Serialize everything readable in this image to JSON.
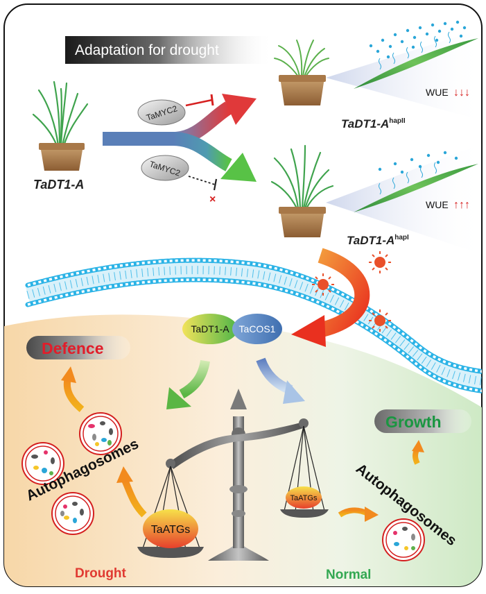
{
  "banner": {
    "title": "Adaptation for drought"
  },
  "center_plant": {
    "label": "TaDT1-A"
  },
  "regulators": {
    "top": "TaMYC2",
    "bottom": "TaMYC2"
  },
  "hapII": {
    "base": "TaDT1-A",
    "sup": "hapII",
    "wue": "WUE",
    "arrows": "↓↓↓"
  },
  "hapI": {
    "base": "TaDT1-A",
    "sup": "hapI",
    "wue": "WUE",
    "arrows": "↑↑↑"
  },
  "complex": {
    "left": "TaDT1-A",
    "right": "TaCOS1"
  },
  "outcomes": {
    "defence": "Defence",
    "growth": "Growth",
    "autophagosomes_left": "Autophagosomes",
    "autophagosomes_right": "Autophagosomes"
  },
  "balance": {
    "left_pan": "TaATGs",
    "right_pan": "TaATGs"
  },
  "conditions": {
    "drought": "Drought",
    "normal": "Normal"
  },
  "colors": {
    "defence_red": "#e11d2a",
    "growth_green": "#1a9641",
    "drought_red": "#e03a32",
    "normal_green": "#33a852",
    "arrow_blue": "#5a7fb8",
    "membrane_blue": "#2bb3e6",
    "light_burst": "#e9502a"
  }
}
